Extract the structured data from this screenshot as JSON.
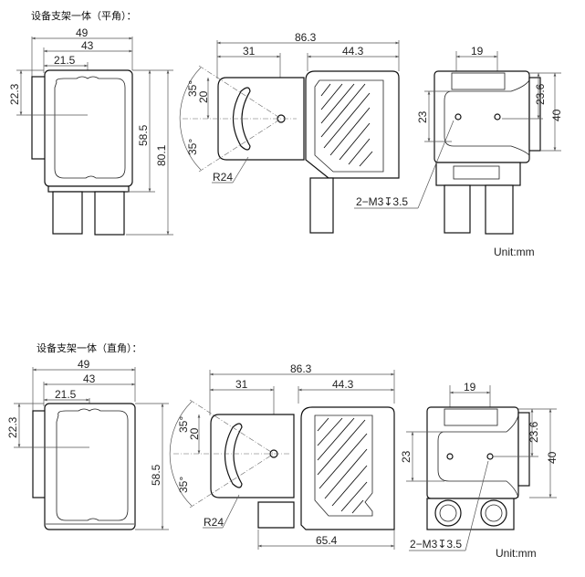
{
  "sections": [
    {
      "title": "设备支架一体（平角）：",
      "front": {
        "d_width_total": "49",
        "d_width_body": "43",
        "d_half": "21.5",
        "d_center_v": "22.3",
        "d_body_h": "58.5",
        "d_total_h": "80.1"
      },
      "side": {
        "d_total": "86.3",
        "d_bracket": "31",
        "d_body": "44.3",
        "d_angle_top": "35°",
        "d_angle_bottom": "35°",
        "d_slot": "20",
        "d_radius": "R24"
      },
      "back": {
        "d_holes": "19",
        "d_hole_v": "23",
        "d_top": "23.6",
        "d_height": "40",
        "thread_label": "2−M3↧3.5"
      },
      "unit": "Unit:mm"
    },
    {
      "title": "设备支架一体（直角）：",
      "front": {
        "d_width_total": "49",
        "d_width_body": "43",
        "d_half": "21.5",
        "d_center_v": "22.3",
        "d_body_h": "58.5"
      },
      "side": {
        "d_total": "86.3",
        "d_bracket": "31",
        "d_body": "44.3",
        "d_angle_top": "35°",
        "d_angle_bottom": "35°",
        "d_slot": "20",
        "d_radius": "R24",
        "d_bottom": "65.4"
      },
      "back": {
        "d_holes": "19",
        "d_hole_v": "23",
        "d_top": "23.6",
        "d_height": "40",
        "thread_label": "2−M3↧3.5"
      },
      "unit": "Unit:mm"
    }
  ]
}
